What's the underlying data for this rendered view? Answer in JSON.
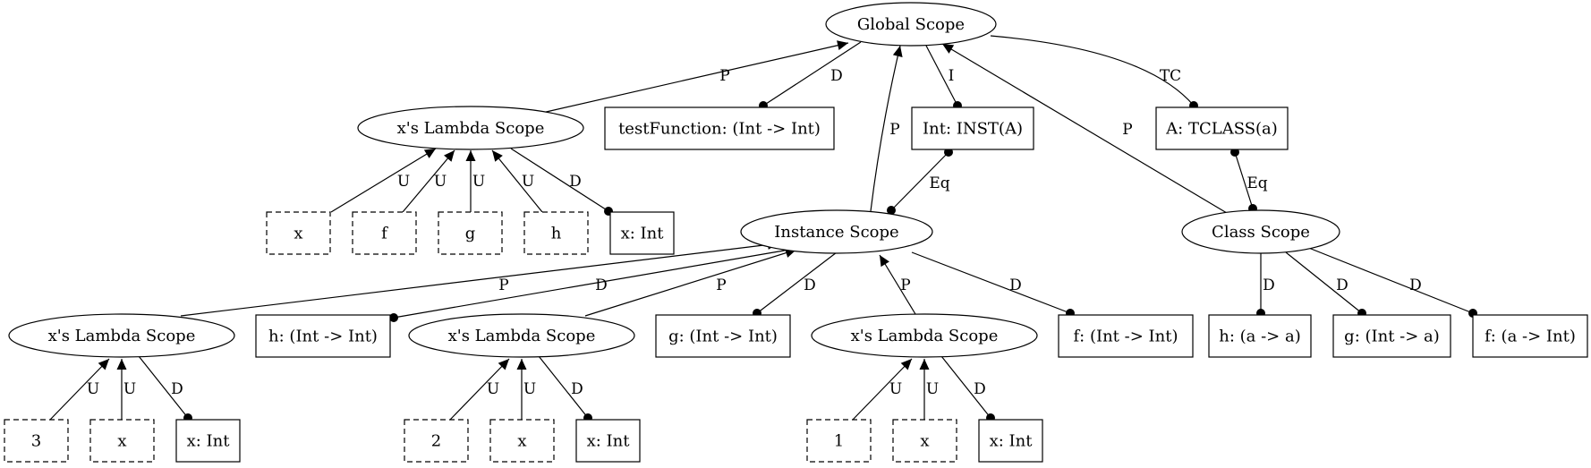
{
  "nodes": {
    "global": {
      "label": "Global Scope"
    },
    "lambda_top": {
      "label": "x's Lambda Scope"
    },
    "testfn": {
      "label": "testFunction: (Int -> Int)"
    },
    "int_inst": {
      "label": "Int: INST(A)"
    },
    "a_tclass": {
      "label": "A: TCLASS(a)"
    },
    "u_x_top": {
      "label": "x"
    },
    "u_f_top": {
      "label": "f"
    },
    "u_g_top": {
      "label": "g"
    },
    "u_h_top": {
      "label": "h"
    },
    "d_xint_top": {
      "label": "x: Int"
    },
    "instance": {
      "label": "Instance Scope"
    },
    "class": {
      "label": "Class Scope"
    },
    "lambda_1": {
      "label": "x's Lambda Scope"
    },
    "h_int": {
      "label": "h: (Int -> Int)"
    },
    "lambda_2": {
      "label": "x's Lambda Scope"
    },
    "g_int": {
      "label": "g: (Int -> Int)"
    },
    "lambda_3": {
      "label": "x's Lambda Scope"
    },
    "f_int": {
      "label": "f: (Int -> Int)"
    },
    "h_a": {
      "label": "h: (a -> a)"
    },
    "g_a": {
      "label": "g: (Int -> a)"
    },
    "f_a": {
      "label": "f: (a -> Int)"
    },
    "u_3": {
      "label": "3"
    },
    "u_x_1": {
      "label": "x"
    },
    "d_xint_1": {
      "label": "x: Int"
    },
    "u_2": {
      "label": "2"
    },
    "u_x_2": {
      "label": "x"
    },
    "d_xint_2": {
      "label": "x: Int"
    },
    "u_1": {
      "label": "1"
    },
    "u_x_3": {
      "label": "x"
    },
    "d_xint_3": {
      "label": "x: Int"
    }
  },
  "edges": [
    {
      "from": "lambda_top",
      "to": "global",
      "label": "P",
      "end": "arrow"
    },
    {
      "from": "global",
      "to": "testfn",
      "label": "D",
      "end": "dot"
    },
    {
      "from": "instance",
      "to": "global",
      "label": "P",
      "end": "arrow"
    },
    {
      "from": "global",
      "to": "int_inst",
      "label": "I",
      "end": "dot"
    },
    {
      "from": "class",
      "to": "global",
      "label": "P",
      "end": "arrow"
    },
    {
      "from": "global",
      "to": "a_tclass",
      "label": "TC",
      "end": "dot"
    },
    {
      "from": "u_x_top",
      "to": "lambda_top",
      "label": "U",
      "end": "arrow"
    },
    {
      "from": "u_f_top",
      "to": "lambda_top",
      "label": "U",
      "end": "arrow"
    },
    {
      "from": "u_g_top",
      "to": "lambda_top",
      "label": "U",
      "end": "arrow"
    },
    {
      "from": "u_h_top",
      "to": "lambda_top",
      "label": "U",
      "end": "arrow"
    },
    {
      "from": "lambda_top",
      "to": "d_xint_top",
      "label": "D",
      "end": "dot"
    },
    {
      "from": "int_inst",
      "to": "instance",
      "label": "Eq",
      "end": "dots"
    },
    {
      "from": "a_tclass",
      "to": "class",
      "label": "Eq",
      "end": "dots"
    },
    {
      "from": "lambda_1",
      "to": "instance",
      "label": "P",
      "end": "arrow"
    },
    {
      "from": "instance",
      "to": "h_int",
      "label": "D",
      "end": "dot"
    },
    {
      "from": "lambda_2",
      "to": "instance",
      "label": "P",
      "end": "arrow"
    },
    {
      "from": "instance",
      "to": "g_int",
      "label": "D",
      "end": "dot"
    },
    {
      "from": "lambda_3",
      "to": "instance",
      "label": "P",
      "end": "arrow"
    },
    {
      "from": "instance",
      "to": "f_int",
      "label": "D",
      "end": "dot"
    },
    {
      "from": "class",
      "to": "h_a",
      "label": "D",
      "end": "dot"
    },
    {
      "from": "class",
      "to": "g_a",
      "label": "D",
      "end": "dot"
    },
    {
      "from": "class",
      "to": "f_a",
      "label": "D",
      "end": "dot"
    },
    {
      "from": "u_3",
      "to": "lambda_1",
      "label": "U",
      "end": "arrow"
    },
    {
      "from": "u_x_1",
      "to": "lambda_1",
      "label": "U",
      "end": "arrow"
    },
    {
      "from": "lambda_1",
      "to": "d_xint_1",
      "label": "D",
      "end": "dot"
    },
    {
      "from": "u_2",
      "to": "lambda_2",
      "label": "U",
      "end": "arrow"
    },
    {
      "from": "u_x_2",
      "to": "lambda_2",
      "label": "U",
      "end": "arrow"
    },
    {
      "from": "lambda_2",
      "to": "d_xint_2",
      "label": "D",
      "end": "dot"
    },
    {
      "from": "u_1",
      "to": "lambda_3",
      "label": "U",
      "end": "arrow"
    },
    {
      "from": "u_x_3",
      "to": "lambda_3",
      "label": "U",
      "end": "arrow"
    },
    {
      "from": "lambda_3",
      "to": "d_xint_3",
      "label": "D",
      "end": "dot"
    }
  ]
}
